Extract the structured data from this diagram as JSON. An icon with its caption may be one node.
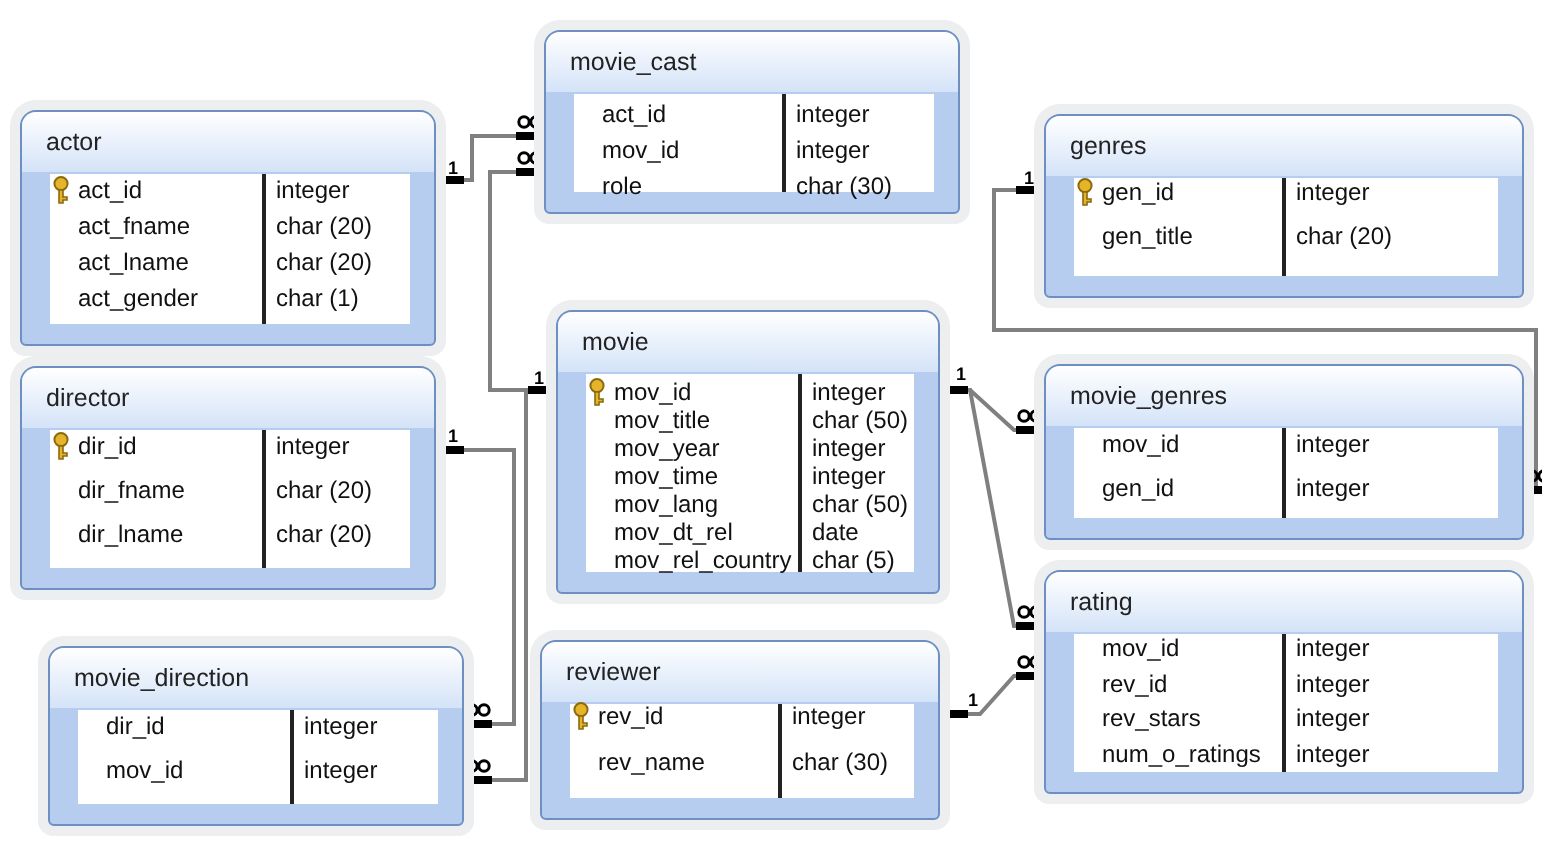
{
  "diagram": {
    "nodes": [
      {
        "text": [
          "movie_cast",
          "act_id",
          "integer",
          "mov_id",
          "integer",
          "role",
          "char (30)"
        ]
      },
      {
        "text": [
          "actor",
          "act_id",
          "integer",
          "act_fname",
          "char (20)",
          "act_lname",
          "char (20)",
          "act_gender",
          "char (1)"
        ]
      },
      {
        "text": [
          "genres",
          "gen_id",
          "integer",
          "gen_title",
          "char (20)"
        ]
      },
      {
        "text": [
          "director",
          "dir_id",
          "integer",
          "dir_fname",
          "char (20)",
          "dir_lname",
          "char (20)"
        ]
      },
      {
        "text": [
          "movie",
          "mov_id",
          "integer",
          "mov_title",
          "char (50)",
          "mov_year",
          "integer",
          "mov_time",
          "integer",
          "mov_lang",
          "char (50)",
          "mov_dt_rel",
          "date",
          "mov_rel_country",
          "char (5)"
        ]
      },
      {
        "text": [
          "movie_genres",
          "mov_id",
          "integer",
          "gen_id",
          "integer"
        ]
      },
      {
        "text": [
          "rating",
          "mov_id",
          "integer",
          "rev_id",
          "integer",
          "rev_stars",
          "integer",
          "num_o_ratings",
          "integer"
        ]
      },
      {
        "text": [
          "movie_direction",
          "dir_id",
          "integer",
          "mov_id",
          "integer"
        ]
      },
      {
        "text": [
          "reviewer",
          "rev_id",
          "integer",
          "rev_name",
          "char (30)"
        ]
      }
    ],
    "edges": [
      {
        "from": 1,
        "to": 0,
        "arrow": "other"
      },
      {
        "from": 4,
        "to": 0,
        "arrow": "other"
      },
      {
        "from": 2,
        "to": 5,
        "arrow": "other"
      },
      {
        "from": 3,
        "to": 7,
        "arrow": "other"
      },
      {
        "from": 4,
        "to": 7,
        "arrow": "other"
      },
      {
        "from": 4,
        "to": 5,
        "arrow": "other"
      },
      {
        "from": 4,
        "to": 6,
        "arrow": "other"
      },
      {
        "from": 8,
        "to": 6,
        "arrow": "other"
      }
    ],
    "labels": [
      "1",
      "1",
      "1",
      "1",
      "1",
      "1"
    ]
  }
}
